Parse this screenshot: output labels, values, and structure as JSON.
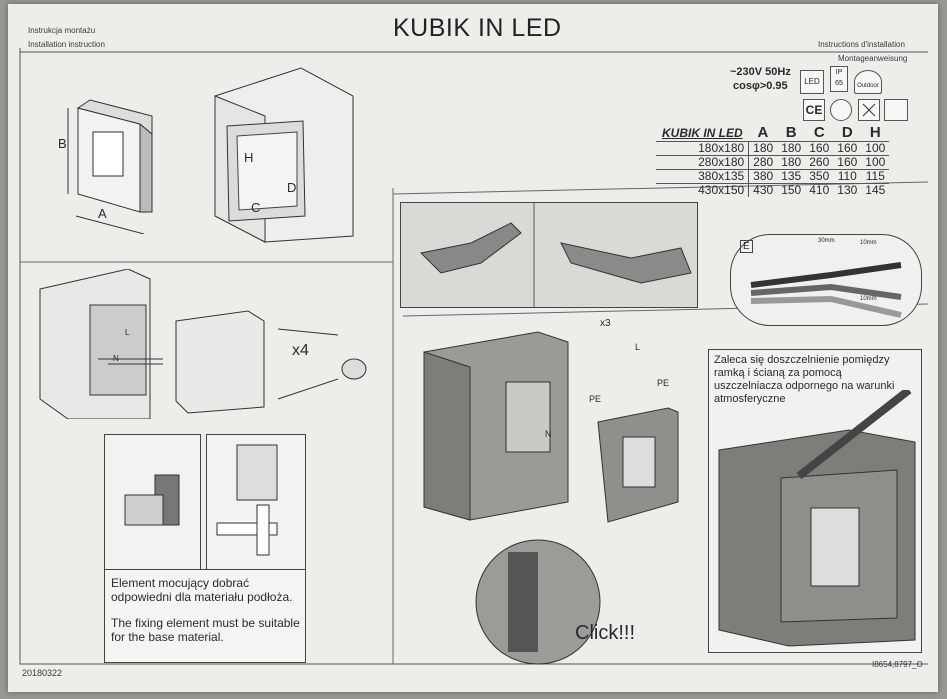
{
  "header": {
    "left_line1": "Instrukcja montażu",
    "left_line2": "Installation instruction",
    "title": "KUBIK IN LED",
    "right_line1": "Instructions d'installation",
    "right_line2": "Montageanweisung"
  },
  "specs": {
    "voltage": "~230V 50Hz",
    "power_factor": "cosφ>0.95",
    "icons": [
      "LED",
      "IP 65",
      "Outdoor",
      "CE",
      "class-II-icon",
      "ground-icon",
      "weee-bin-icon",
      "mounting-surface-icon"
    ],
    "icon_labels": {
      "led": "LED",
      "ip": "IP",
      "ip_num": "65",
      "outdoor": "Outdoor",
      "ce": "CE"
    }
  },
  "dimensions": {
    "model_header": "KUBIK IN LED",
    "columns": [
      "A",
      "B",
      "C",
      "D",
      "H"
    ],
    "rows": [
      {
        "model": "180x180",
        "A": "180",
        "B": "180",
        "C": "160",
        "D": "160",
        "H": "100"
      },
      {
        "model": "280x180",
        "A": "280",
        "B": "180",
        "C": "260",
        "D": "160",
        "H": "100"
      },
      {
        "model": "380x135",
        "A": "380",
        "B": "135",
        "C": "350",
        "D": "110",
        "H": "115"
      },
      {
        "model": "430x150",
        "A": "430",
        "B": "150",
        "C": "410",
        "D": "130",
        "H": "145"
      }
    ]
  },
  "drawing_labels": {
    "A": "A",
    "B": "B",
    "C": "C",
    "D": "D",
    "H": "H",
    "x4": "x4",
    "x3": "x3",
    "L": "L",
    "N": "N",
    "PE": "PE",
    "E": "E",
    "m30": "30mm",
    "m10a": "10mm",
    "m10b": "10mm",
    "click": "Click!!!"
  },
  "notes": {
    "fixing_pl": "Element mocujący dobrać odpowiedni dla materiału podłoża.",
    "fixing_en": "The fixing element must be suitable for the base material.",
    "sealing_pl": "Zaleca się doszczelnienie pomiędzy ramką i ścianą za pomocą uszczelniacza odpornego na warunki atmosferyczne"
  },
  "footer": {
    "date": "20180322",
    "code": "I8654,8797_O"
  }
}
